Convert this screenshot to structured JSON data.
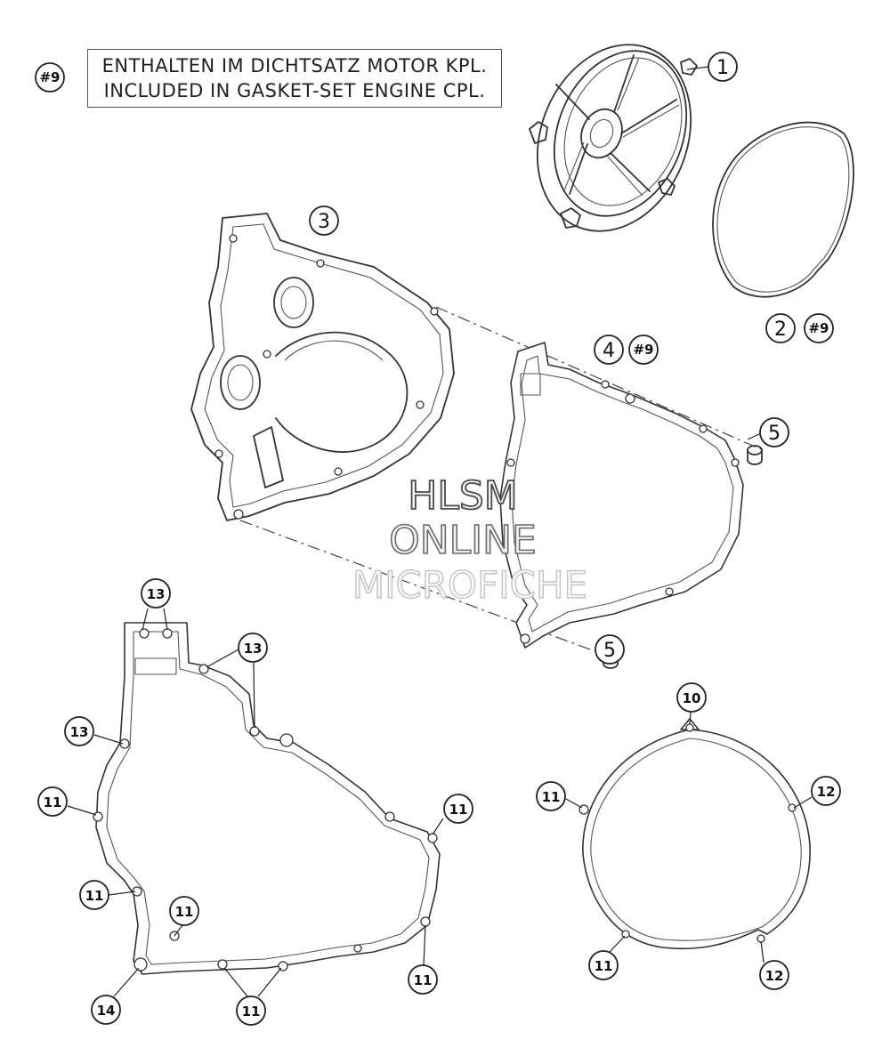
{
  "note": {
    "ref": "#9",
    "line1": "ENTHALTEN IM DICHTSATZ MOTOR KPL.",
    "line2": "INCLUDED IN GASKET-SET ENGINE CPL."
  },
  "watermark": {
    "line1": "HLSM",
    "line2": "ONLINE",
    "line3": "MICROFICHE"
  },
  "callouts": {
    "c1": "1",
    "c2": "2",
    "c2ref": "#9",
    "c3": "3",
    "c4": "4",
    "c4ref": "#9",
    "c5a": "5",
    "c5b": "5",
    "c13a": "13",
    "c13b": "13",
    "c13c": "13",
    "c11a": "11",
    "c11b": "11",
    "c11c": "11",
    "c11d": "11",
    "c11e": "11",
    "c11f": "11",
    "c14": "14",
    "c10": "10",
    "c11g": "11",
    "c11h": "11",
    "c12a": "12",
    "c12b": "12"
  }
}
